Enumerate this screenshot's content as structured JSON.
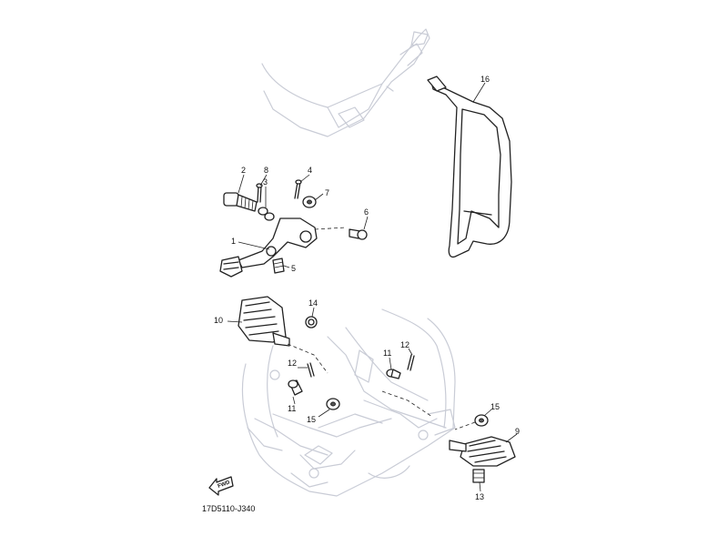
{
  "diagram_code": "17D5110-J340",
  "fwd_label": "FWD",
  "callouts": [
    {
      "id": "1",
      "label": "1"
    },
    {
      "id": "2",
      "label": "2"
    },
    {
      "id": "3",
      "label": "3"
    },
    {
      "id": "4",
      "label": "4"
    },
    {
      "id": "5",
      "label": "5"
    },
    {
      "id": "6",
      "label": "6"
    },
    {
      "id": "7",
      "label": "7"
    },
    {
      "id": "8",
      "label": "8"
    },
    {
      "id": "9",
      "label": "9"
    },
    {
      "id": "10",
      "label": "10"
    },
    {
      "id": "11a",
      "label": "11"
    },
    {
      "id": "11b",
      "label": "11"
    },
    {
      "id": "12a",
      "label": "12"
    },
    {
      "id": "12b",
      "label": "12"
    },
    {
      "id": "13",
      "label": "13"
    },
    {
      "id": "14",
      "label": "14"
    },
    {
      "id": "15a",
      "label": "15"
    },
    {
      "id": "15b",
      "label": "15"
    },
    {
      "id": "16",
      "label": "16"
    }
  ]
}
